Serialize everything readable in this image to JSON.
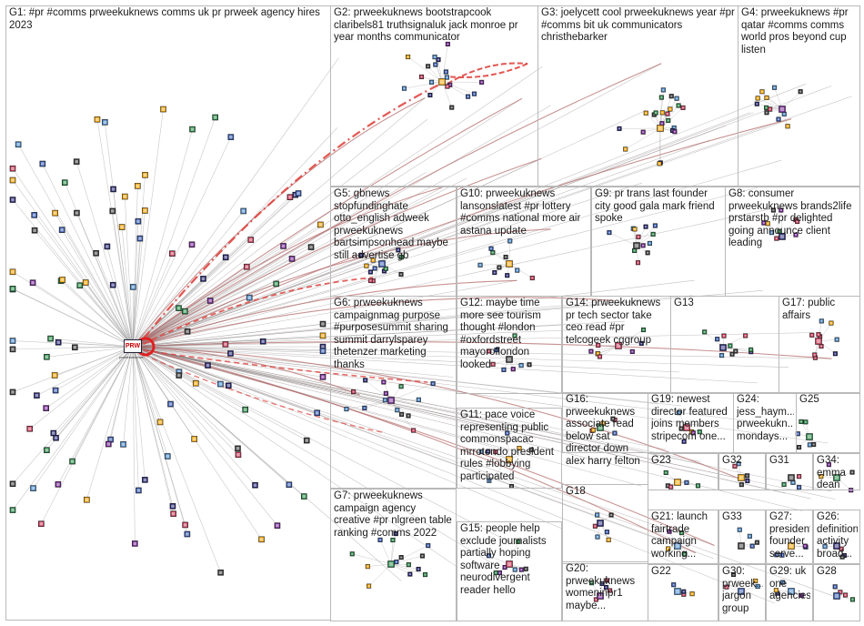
{
  "colors": {
    "edge": "#9a9a9a",
    "edge_dark": "#7a6e6e",
    "edge_highlight": "#e0443e",
    "edge_hub": "#b06464",
    "box_border": "#b9b9b9",
    "hub_ring": "#e02020"
  },
  "groups": [
    {
      "id": "G1",
      "label": "G1: #pr #comms prweekuknews comms uk pr prweek agency hires 2023"
    },
    {
      "id": "G2",
      "label": "G2: prweekuknews bootstrapcook claribels81 truthsignaluk jack monroe pr year months communicator"
    },
    {
      "id": "G3",
      "label": "G3: joelycett cool prweekuknews year #pr #comms bit uk communicators christhebarker"
    },
    {
      "id": "G4",
      "label": "G4: prweekuknews #pr qatar #comms comms world pros beyond cup listen"
    },
    {
      "id": "G5",
      "label": "G5: gbnews stopfundinghate otto_english adweek prweekuknews bartsimpsonhead maybe still advertise gb"
    },
    {
      "id": "G10",
      "label": "G10: prweekuknews lansonslatest #pr lottery #comms national more air astana update"
    },
    {
      "id": "G9",
      "label": "G9: pr trans last founder city good gala mark friend spoke"
    },
    {
      "id": "G8",
      "label": "G8: consumer prweekuknews brands2life prstarstb #pr delighted going announce client leading"
    },
    {
      "id": "G12",
      "label": "G12: maybe time more see tourism thought #london #oxfordstreet mayoroflondon looked"
    },
    {
      "id": "G14",
      "label": "G14: prweekuknews pr tech sector take ceo read #pr telcogeek cggroup"
    },
    {
      "id": "G13",
      "label": "G13"
    },
    {
      "id": "G17",
      "label": "G17: public affairs"
    },
    {
      "id": "G6",
      "label": "G6: prweekuknews campaignmag purpose #purposesummit sharing summit darrylsparey thetenzer marketing thanks"
    },
    {
      "id": "G16",
      "label": "G16: prweekuknews associate read below sat director down alex harry felton"
    },
    {
      "id": "G19",
      "label": "G19: newest director featured joins members stripecom one..."
    },
    {
      "id": "G24",
      "label": "G24: jess_haym... prweekukn... mondays..."
    },
    {
      "id": "G25",
      "label": "G25"
    },
    {
      "id": "G11",
      "label": "G11: pace voice representing public commonspacac mrrotondo president rules #lobbying participated"
    },
    {
      "id": "G23",
      "label": "G23"
    },
    {
      "id": "G32",
      "label": "G32"
    },
    {
      "id": "G31",
      "label": "G31"
    },
    {
      "id": "G34",
      "label": "G34: emma dean"
    },
    {
      "id": "G7",
      "label": "G7: prweekuknews campaign agency creative #pr nlgreen table ranking #comms 2022"
    },
    {
      "id": "G18",
      "label": "G18"
    },
    {
      "id": "G21",
      "label": "G21: launch fairtrade campaign working..."
    },
    {
      "id": "G33",
      "label": "G33"
    },
    {
      "id": "G27",
      "label": "G27: president founder serve..."
    },
    {
      "id": "G26",
      "label": "G26: definition activity broad..."
    },
    {
      "id": "G15",
      "label": "G15: people help exclude journalists partially hoping software neurodivergent reader hello"
    },
    {
      "id": "G20",
      "label": "G20: prweekuknews womeninpr1 maybe..."
    },
    {
      "id": "G22",
      "label": "G22"
    },
    {
      "id": "G30",
      "label": "G30: prweek... jargon group"
    },
    {
      "id": "G29",
      "label": "G29: uk one agencies"
    },
    {
      "id": "G28",
      "label": "G28"
    }
  ],
  "hub": {
    "name": "prweekuknews",
    "logo_text": "PRW"
  }
}
